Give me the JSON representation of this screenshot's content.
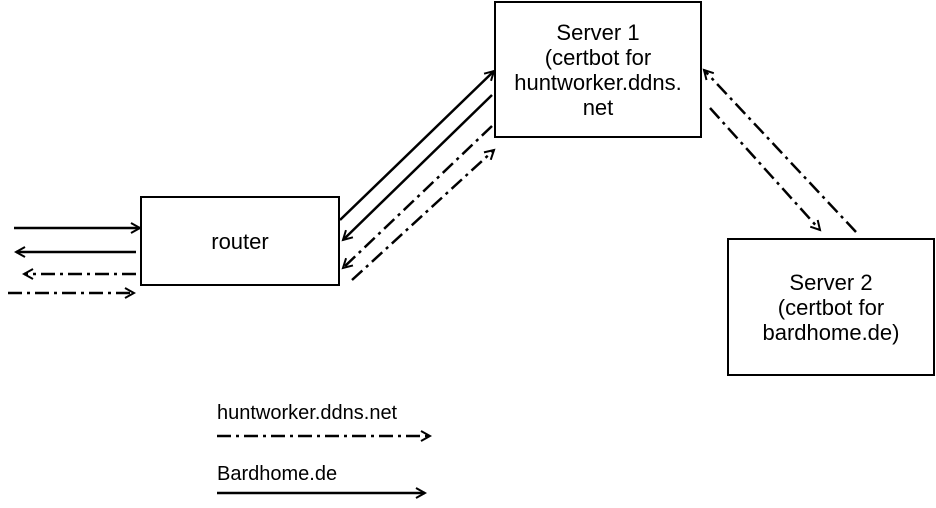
{
  "nodes": {
    "router": {
      "lines": [
        "router"
      ]
    },
    "server1": {
      "lines": [
        "Server 1",
        "(certbot for",
        "huntworker.ddns.",
        "net"
      ]
    },
    "server2": {
      "lines": [
        "Server 2",
        "(certbot for",
        "bardhome.de)"
      ]
    }
  },
  "legend": {
    "items": [
      {
        "label": "huntworker.ddns.net",
        "style": "dash-dot"
      },
      {
        "label": "Bardhome.de",
        "style": "solid"
      }
    ]
  },
  "colors": {
    "line": "#000000",
    "background": "#ffffff"
  }
}
